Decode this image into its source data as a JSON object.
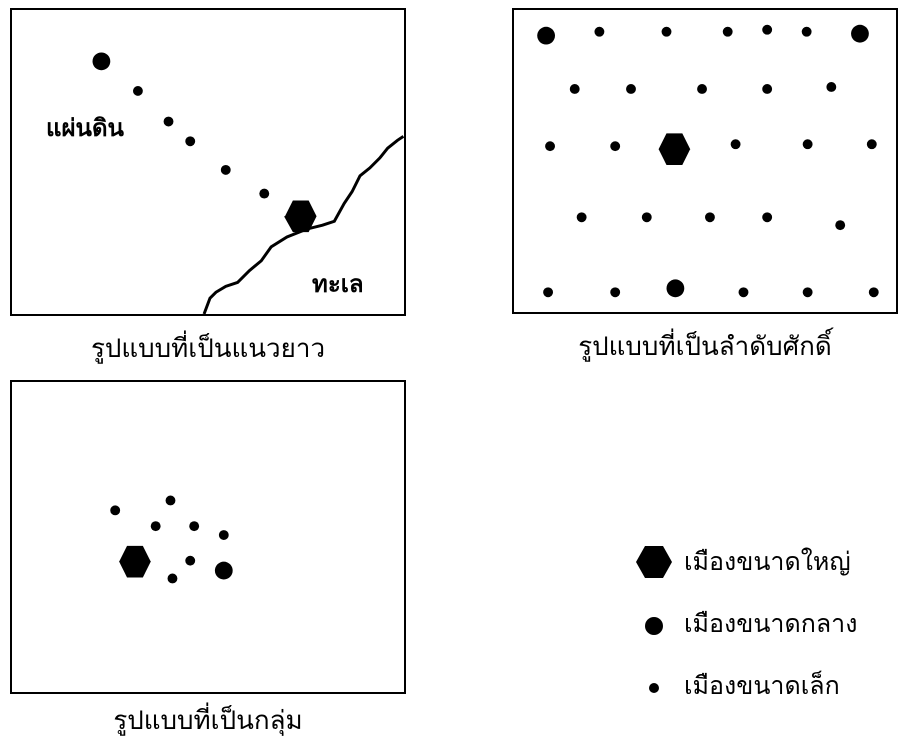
{
  "panels": {
    "linear": {
      "caption": "รูปแบบที่เป็นแนวยาว",
      "land_label": "แผ่นดิน",
      "sea_label": "ทะเล"
    },
    "hierarchy": {
      "caption": "รูปแบบที่เป็นลำดับศักดิ์"
    },
    "cluster": {
      "caption": "รูปแบบที่เป็นกลุ่ม"
    }
  },
  "legend": {
    "items": [
      {
        "symbol": "hexagon-icon",
        "label": "เมืองขนาดใหญ่"
      },
      {
        "symbol": "large-dot-icon",
        "label": "เมืองขนาดกลาง"
      },
      {
        "symbol": "small-dot-icon",
        "label": "เมืองขนาดเล็ก"
      }
    ]
  },
  "colors": {
    "ink": "#000000",
    "background": "#ffffff"
  }
}
